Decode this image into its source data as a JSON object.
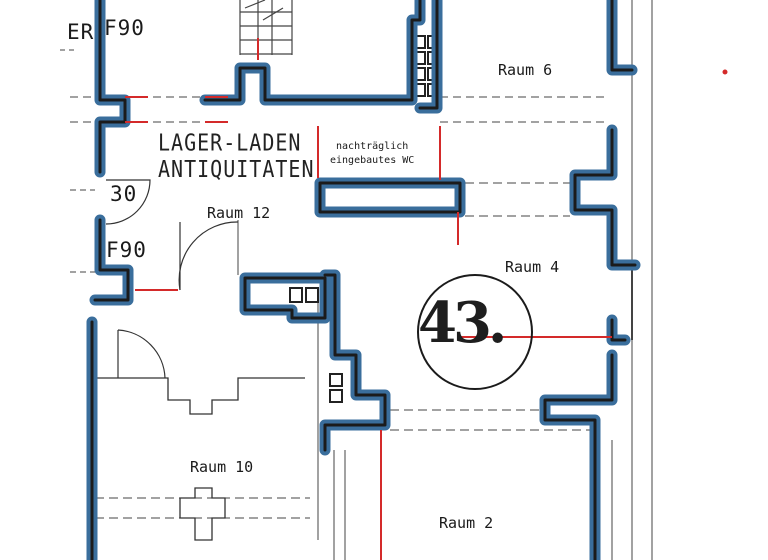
{
  "floor_plan": {
    "markers": {
      "fire_rating_top": "F90",
      "fire_rating_left": "F90",
      "partial_letters": "ER",
      "door_rating": "30"
    },
    "store": {
      "line1": "LAGER-LADEN",
      "line2": "ANTIQUITATEN"
    },
    "wc_note": {
      "line1": "nachträglich",
      "line2": "eingebautes WC"
    },
    "rooms": {
      "raum_6": "Raum 6",
      "raum_12": "Raum 12",
      "raum_4": "Raum 4",
      "raum_10": "Raum 10",
      "raum_2": "Raum 2"
    },
    "house_number": "43.",
    "colors": {
      "wall_highlight": "#3a6e9c",
      "wall_core": "#1b1b1b",
      "red_line": "#d42a2a",
      "background": "#ffffff"
    }
  }
}
